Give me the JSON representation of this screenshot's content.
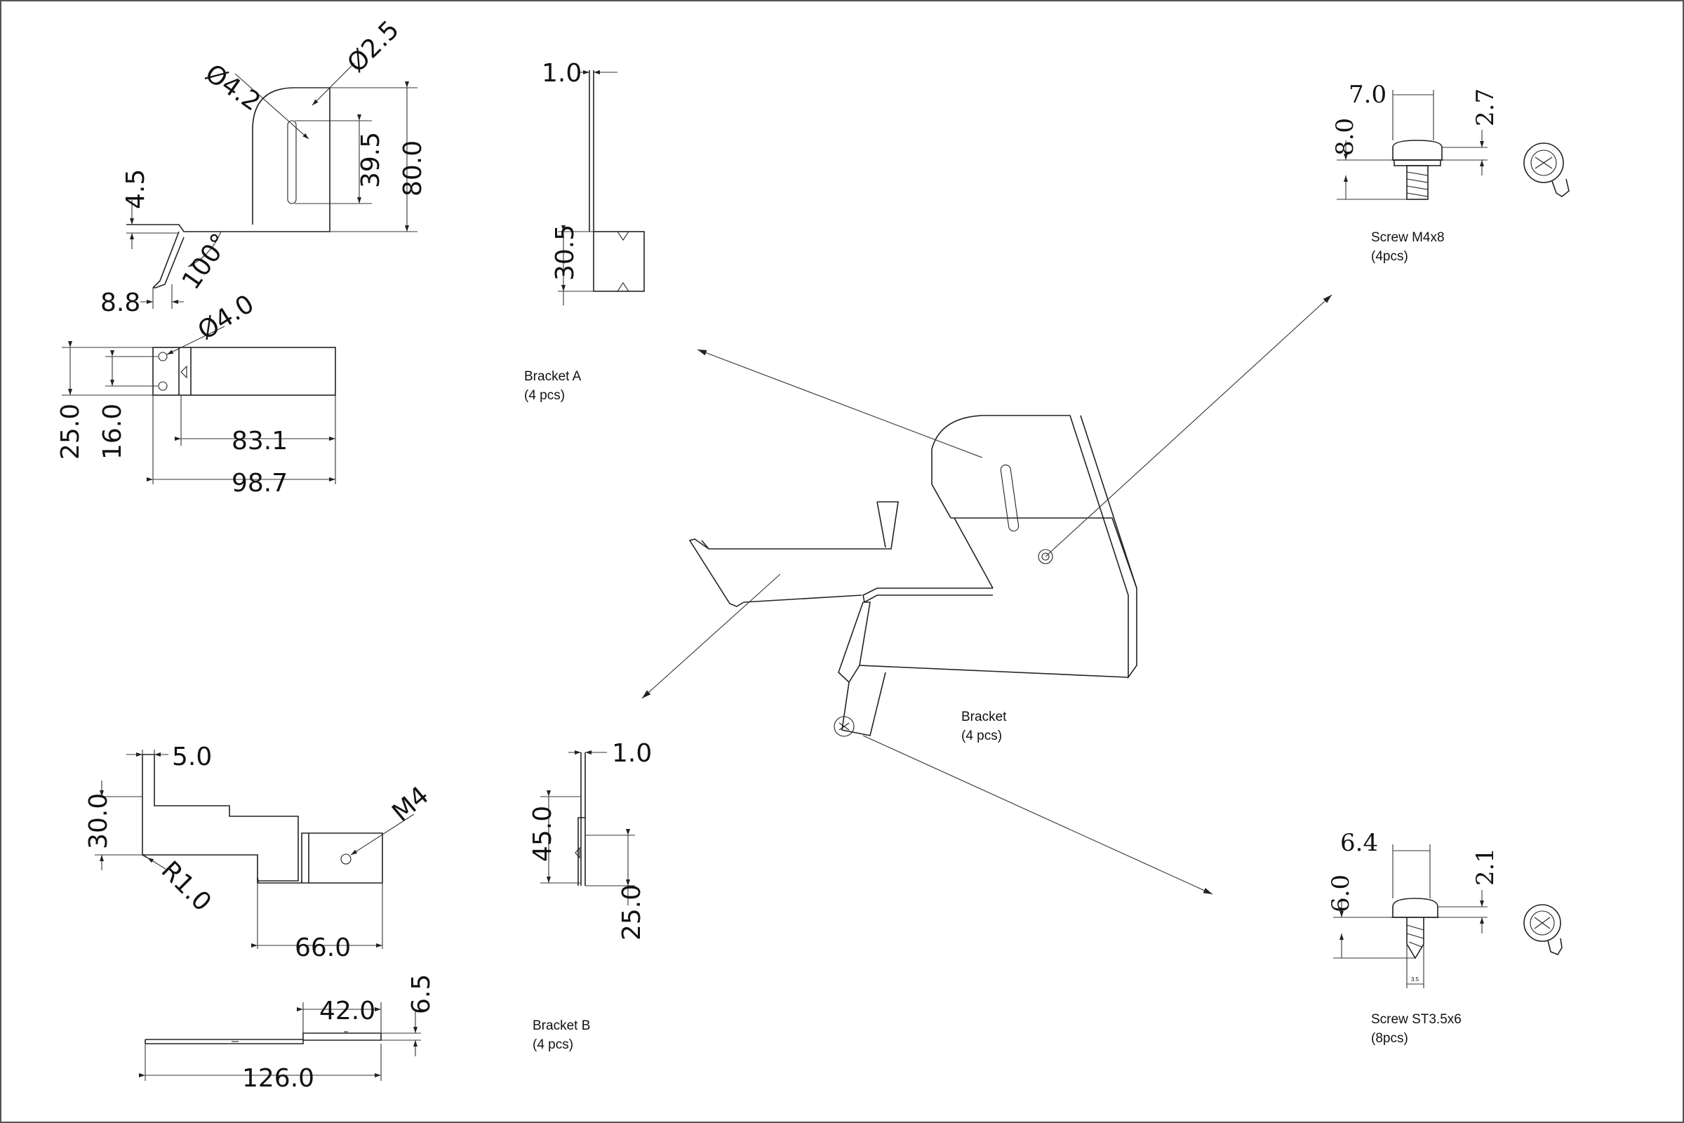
{
  "parts": {
    "bracket_a": {
      "name": "Bracket A",
      "qty": "(4 pcs)"
    },
    "bracket_b": {
      "name": "Bracket B",
      "qty": "(4 pcs)"
    },
    "bracket": {
      "name": "Bracket",
      "qty": "(4 pcs)"
    },
    "screw_m4": {
      "name": "Screw M4x8",
      "qty": "(4pcs)"
    },
    "screw_st": {
      "name": "Screw ST3.5x6",
      "qty": "(8pcs)"
    }
  },
  "dimensions": {
    "bracket_a_side": {
      "hole_dia_1": "Ø4.2",
      "hole_dia_2": "Ø2.5",
      "slot_len": "39.5",
      "height": "80.0",
      "foot": "4.5",
      "angle": "100°",
      "offset": "8.8"
    },
    "bracket_a_plan": {
      "hole_dia": "Ø4.0",
      "width": "25.0",
      "hole_pitch": "16.0",
      "arm_len": "83.1",
      "total_len": "98.7"
    },
    "bracket_a_edge": {
      "thickness": "1.0",
      "height": "30.5"
    },
    "bracket_b_side": {
      "step": "5.0",
      "height": "30.0",
      "radius": "R1.0",
      "thread": "M4",
      "length": "66.0"
    },
    "bracket_b_edge": {
      "thickness": "1.0",
      "height": "45.0",
      "tab": "25.0"
    },
    "bracket_b_plan": {
      "mid": "42.0",
      "rise": "6.5",
      "total": "126.0"
    },
    "screw_m4": {
      "head_dia": "7.0",
      "head_h": "2.7",
      "length": "8.0"
    },
    "screw_st": {
      "head_dia": "6.4",
      "head_h": "2.1",
      "length": "6.0",
      "tip": "3.5"
    }
  }
}
